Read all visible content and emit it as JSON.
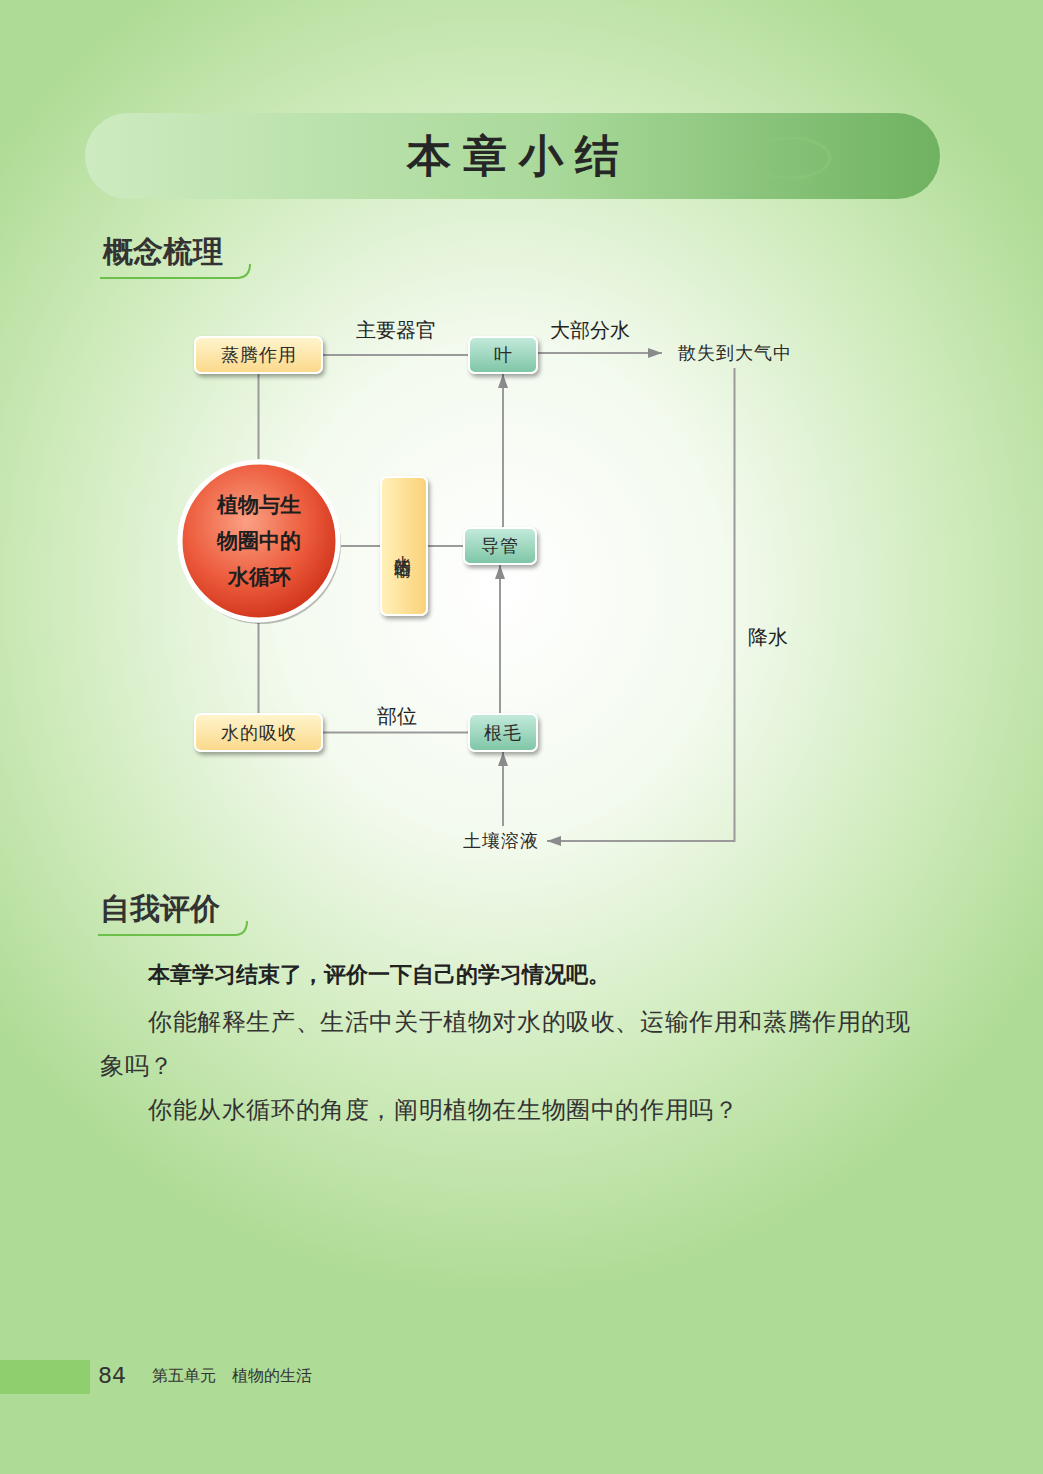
{
  "diagram": {
    "title": "本章小结",
    "nodes": [
      {
        "text": [
          "蒸腾作用"
        ]
      },
      {
        "text": [
          "叶"
        ]
      },
      {
        "text": [
          "散失到大气中"
        ]
      },
      {
        "text": [
          "植物与生物圈中的水循环"
        ]
      },
      {
        "text": [
          "水的运输"
        ]
      },
      {
        "text": [
          "导管"
        ]
      },
      {
        "text": [
          "水的吸收"
        ]
      },
      {
        "text": [
          "根毛"
        ]
      },
      {
        "text": [
          "土壤溶液"
        ]
      }
    ],
    "edges": [
      {
        "from": 0,
        "to": 1,
        "label": "主要器官",
        "arrow": "none"
      },
      {
        "from": 1,
        "to": 2,
        "label": "大部分水",
        "arrow": "to"
      },
      {
        "from": 2,
        "to": 8,
        "label": "降水",
        "arrow": "to"
      },
      {
        "from": 8,
        "to": 7,
        "arrow": "to"
      },
      {
        "from": 7,
        "to": 5,
        "arrow": "to"
      },
      {
        "from": 5,
        "to": 1,
        "arrow": "to"
      },
      {
        "from": 3,
        "to": 0,
        "arrow": "none"
      },
      {
        "from": 3,
        "to": 4,
        "arrow": "none"
      },
      {
        "from": 4,
        "to": 5,
        "arrow": "none"
      },
      {
        "from": 3,
        "to": 6,
        "arrow": "none"
      },
      {
        "from": 6,
        "to": 7,
        "label": "部位",
        "arrow": "none"
      }
    ],
    "labels": [
      "概念梳理",
      "自我评价",
      "本章学习结束了，评价一下自己的学习情况吧。",
      "你能解释生产、生活中关于植物对水的吸收、运输作用和蒸腾作用的现象吗？",
      "你能从水循环的角度，阐明植物在生物圈中的作用吗？",
      "84",
      "第五单元　植物的生活"
    ]
  }
}
